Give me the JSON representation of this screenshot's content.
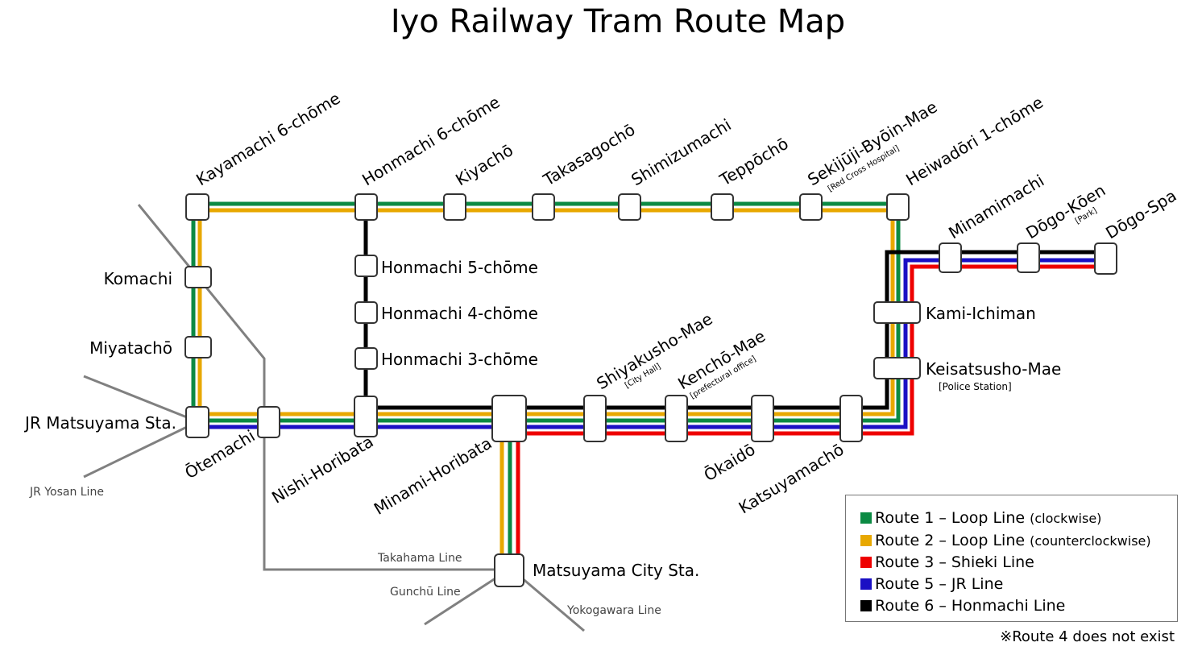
{
  "title": "Iyo Railway Tram Route Map",
  "colors": {
    "route1": "#0b8a43",
    "route2": "#e8a800",
    "route3": "#ee0000",
    "route5": "#1a0fc4",
    "route6": "#000000",
    "other_lines": "#808080"
  },
  "stations": {
    "kayamachi6": "Kayamachi 6-chōme",
    "honmachi6": "Honmachi 6-chōme",
    "kiyacho": "Kiyachō",
    "takasagocho": "Takasagochō",
    "shimizumachi": "Shimizumachi",
    "teppocho": "Teppōchō",
    "sekijuji": "Sekijūji-Byōin-Mae",
    "sekijuji_sub": "[Red Cross Hospital]",
    "heiwadori": "Heiwadōri 1-chōme",
    "minamimachi": "Minamimachi",
    "dogokoen": "Dōgo-Kōen",
    "dogokoen_sub": "[Park]",
    "dogospa": "Dōgo-Spa",
    "komachi": "Komachi",
    "miyatacho": "Miyatachō",
    "jrmatsuyama": "JR Matsuyama Sta.",
    "otemachi": "Ōtemachi",
    "nishihoribata": "Nishi-Horibata",
    "honmachi5": "Honmachi 5-chōme",
    "honmachi4": "Honmachi 4-chōme",
    "honmachi3": "Honmachi 3-chōme",
    "minamihoribata": "Minami-Horibata",
    "shiyakusho": "Shiyakusho-Mae",
    "shiyakusho_sub": "[City Hall]",
    "kencho": "Kenchō-Mae",
    "kencho_sub": "[prefectural office]",
    "okaido": "Ōkaidō",
    "katsuyamacho": "Katsuyamachō",
    "kamiichiman": "Kami-Ichiman",
    "keisatsusho": "Keisatsusho-Mae",
    "keisatsusho_sub": "[Police Station]",
    "matsuyamacity": "Matsuyama City Sta."
  },
  "other_lines": {
    "jr_yosan": "JR Yosan Line",
    "takahama": "Takahama Line",
    "gunchu": "Gunchū Line",
    "yokogawara": "Yokogawara Line"
  },
  "legend": [
    {
      "color": "#0b8a43",
      "label": "Route 1 – Loop Line",
      "suffix": "(clockwise)"
    },
    {
      "color": "#e8a800",
      "label": "Route 2 – Loop Line",
      "suffix": "(counterclockwise)"
    },
    {
      "color": "#ee0000",
      "label": "Route 3 – Shieki Line",
      "suffix": ""
    },
    {
      "color": "#1a0fc4",
      "label": "Route 5 – JR Line",
      "suffix": ""
    },
    {
      "color": "#000000",
      "label": "Route 6 – Honmachi Line",
      "suffix": ""
    }
  ],
  "footnote": "※Route 4 does not exist"
}
